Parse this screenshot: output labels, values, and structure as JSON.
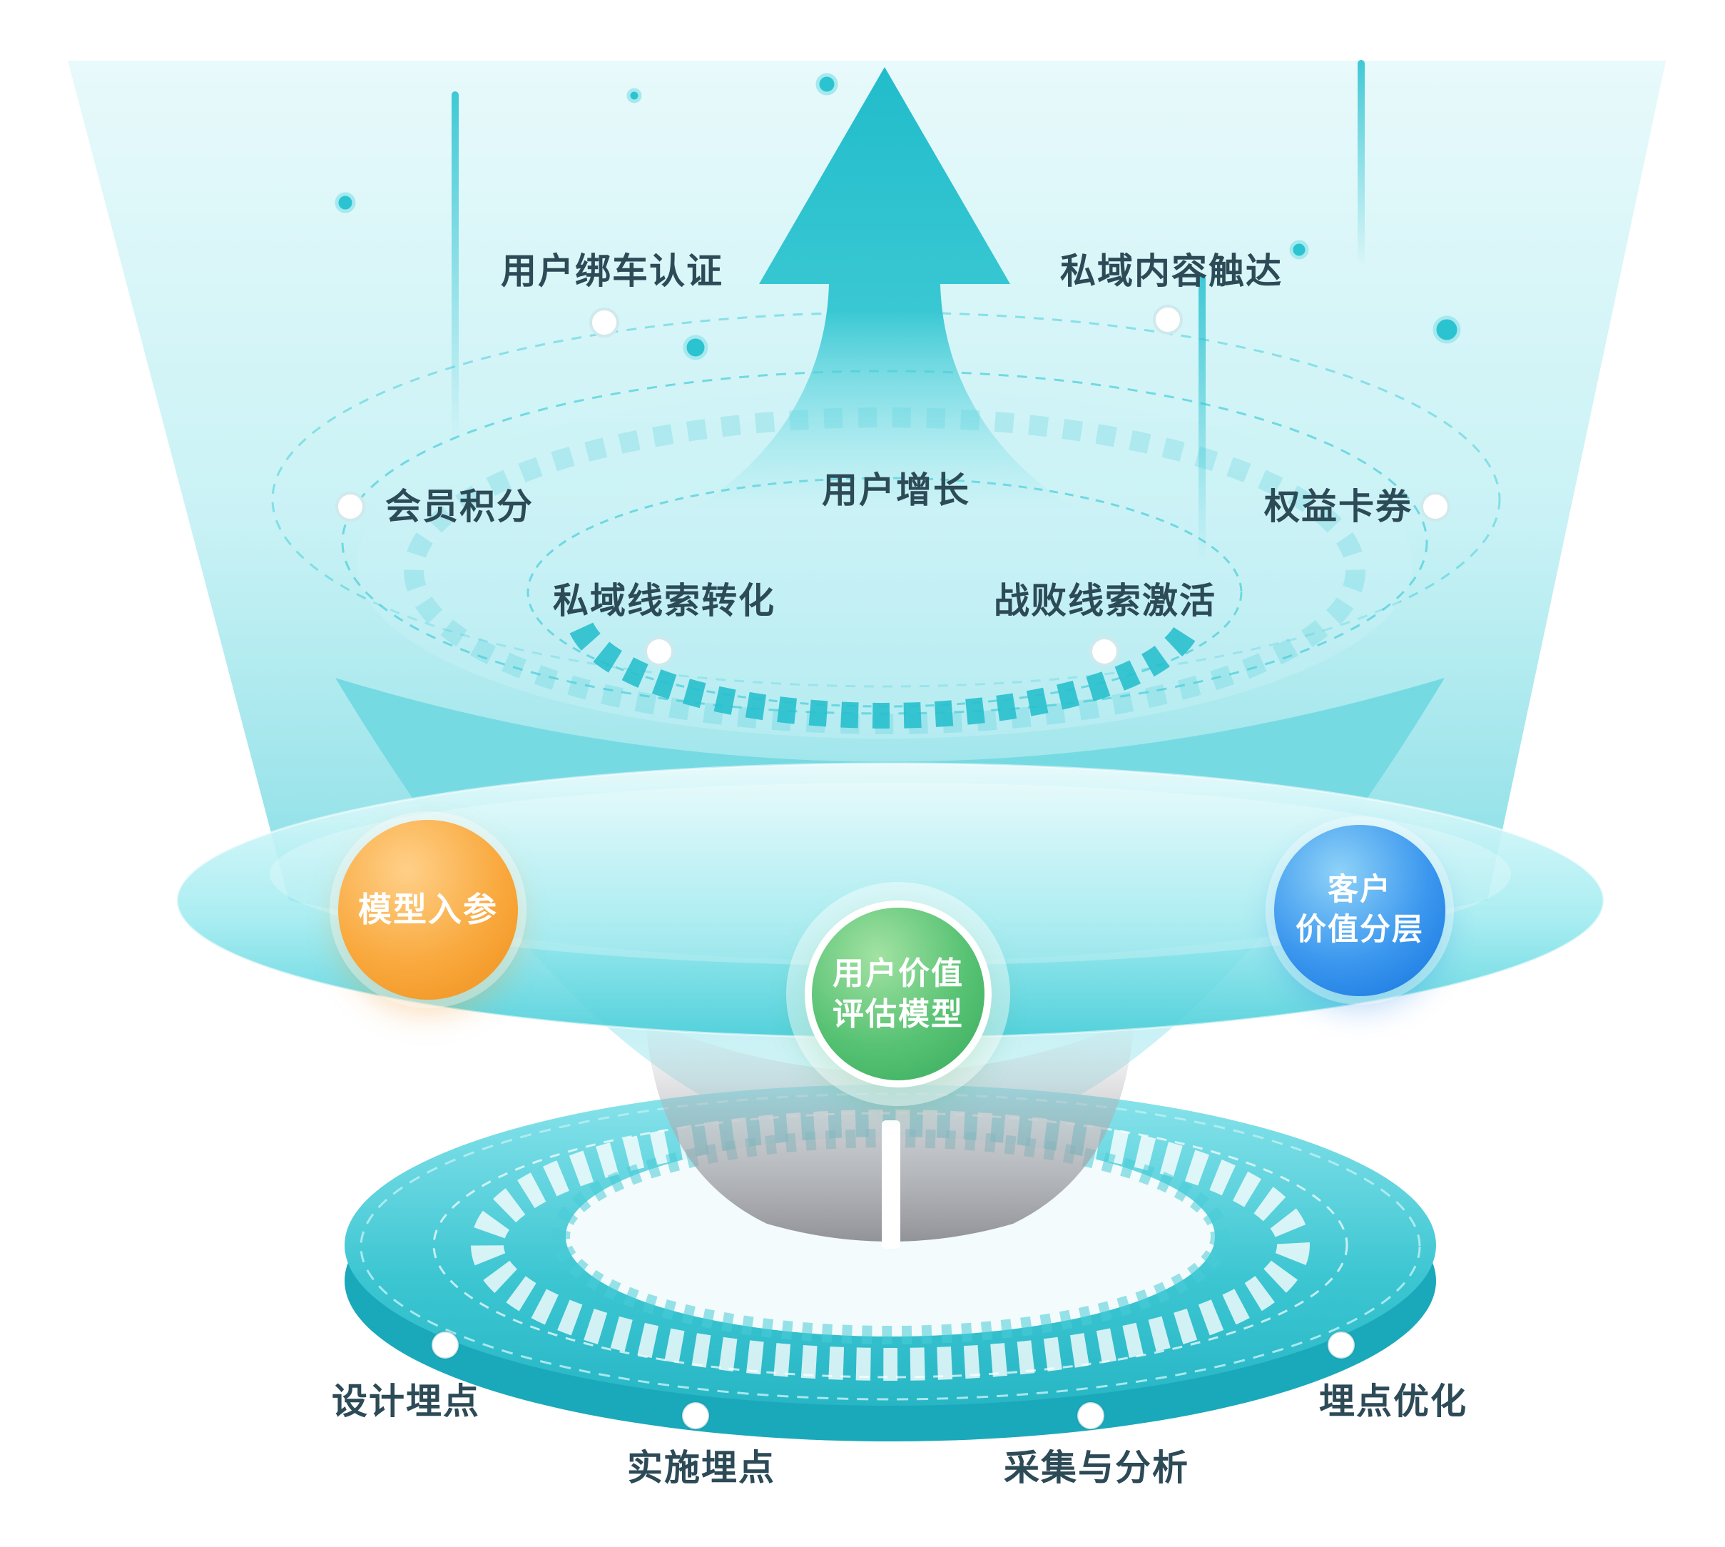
{
  "diagram": {
    "type": "funnel-infographic",
    "colors": {
      "primary_teal": "#2cc3d1",
      "orange": "#f6a02e",
      "green": "#4cbd6e",
      "blue": "#1e86e6",
      "label_text": "#2d4a57"
    },
    "top_labels": {
      "bind_auth": "用户绑车认证",
      "private_reach": "私域内容触达"
    },
    "dial_labels": {
      "member_points": "会员积分",
      "user_growth": "用户增长",
      "benefit_cards": "权益卡券",
      "private_lead_conversion": "私域线索转化",
      "lost_lead_activation": "战败线索激活"
    },
    "nodes": {
      "model_input": "模型入参",
      "value_model": "用户价值\n评估模型",
      "customer_value_layering": "客户\n价值分层"
    },
    "base_labels": {
      "design_tracking": "设计埋点",
      "implement_tracking": "实施埋点",
      "collect_analyze": "采集与分析",
      "tracking_optimization": "埋点优化"
    }
  }
}
